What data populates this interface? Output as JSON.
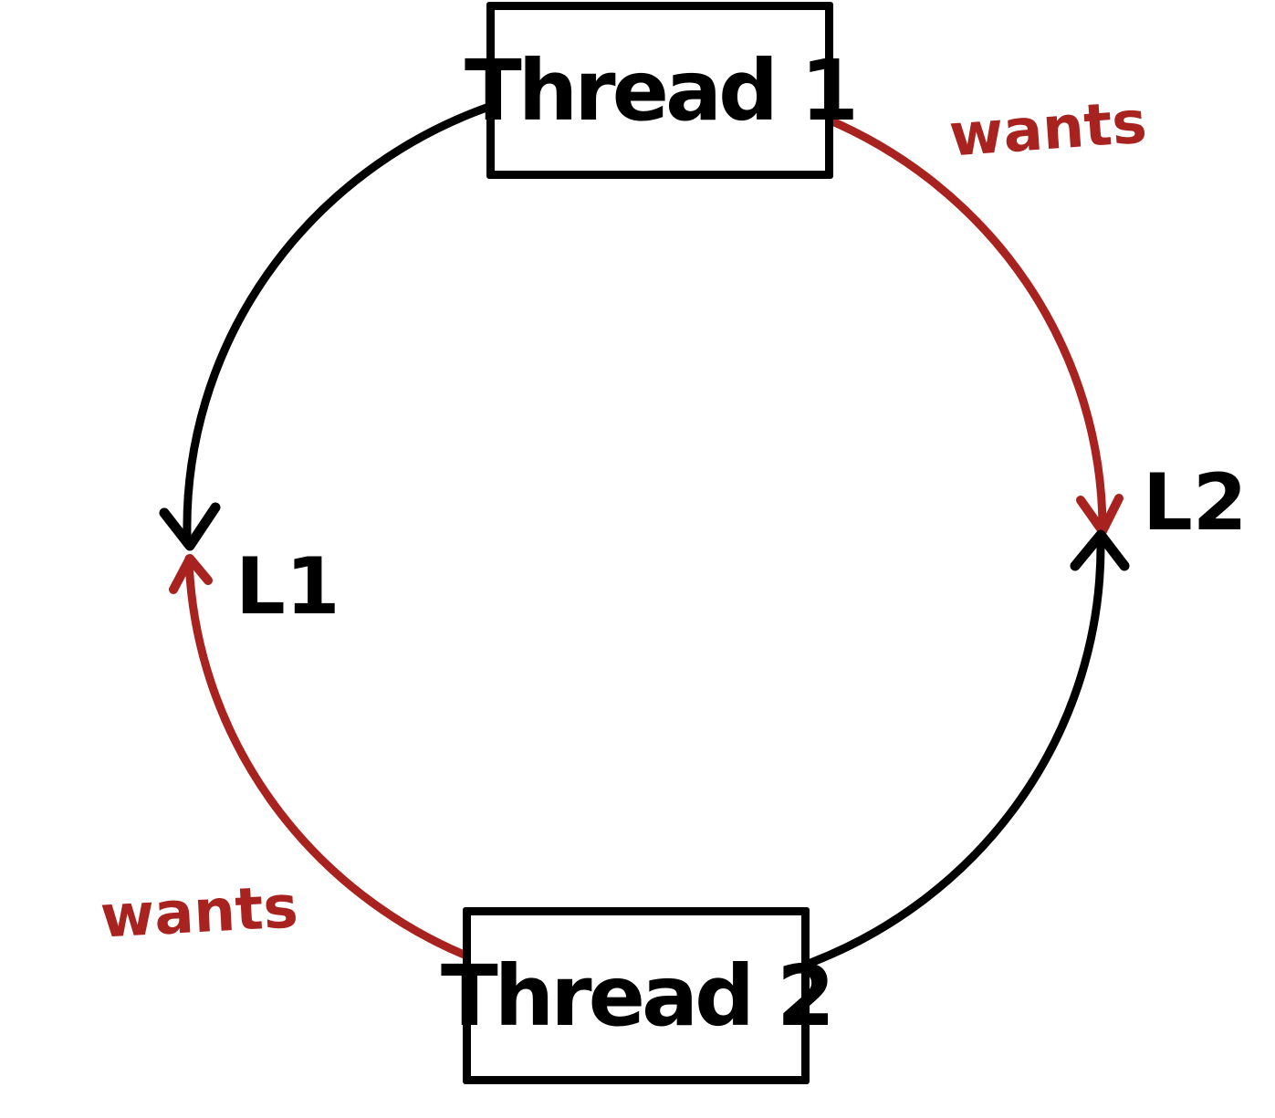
{
  "nodes": {
    "thread_1": {
      "label": "Thread 1"
    },
    "thread_2": {
      "label": "Thread 2"
    },
    "lock_1": {
      "label": "L1"
    },
    "lock_2": {
      "label": "L2"
    }
  },
  "edges": [
    {
      "from": "Thread 1",
      "to": "L2",
      "label": "wants",
      "color": "#a8231f"
    },
    {
      "from": "Thread 2",
      "to": "L1",
      "label": "wants",
      "color": "#a8231f"
    },
    {
      "from": "Thread 1",
      "to": "L1",
      "label": "",
      "color": "#000000"
    },
    {
      "from": "Thread 2",
      "to": "L2",
      "label": "",
      "color": "#000000"
    }
  ],
  "colors": {
    "wants_edge": "#a8231f",
    "hold_edge": "#000000",
    "background": "#ffffff"
  }
}
